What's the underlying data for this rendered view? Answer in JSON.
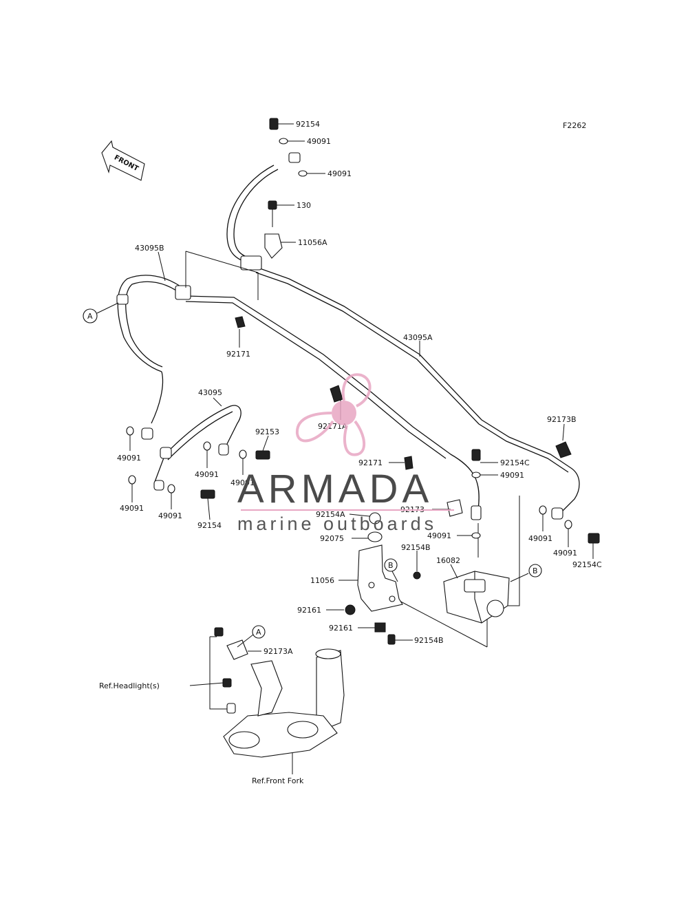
{
  "figure_code": "F2262",
  "front_label": "FRONT",
  "callouts": {
    "A1": "A",
    "A2": "A",
    "B1": "B",
    "B2": "B"
  },
  "parts": {
    "p92154_top": "92154",
    "p49091_top1": "49091",
    "p49091_top2": "49091",
    "p130": "130",
    "p11056A": "11056A",
    "p43095B": "43095B",
    "p43095A": "43095A",
    "p92171_left": "92171",
    "p43095": "43095",
    "p92153": "92153",
    "p92171A": "92171A",
    "p49091_l1": "49091",
    "p49091_l2": "49091",
    "p49091_l3": "49091",
    "p49091_l4": "49091",
    "p49091_l5": "49091",
    "p92154_l": "92154",
    "p92171_mid": "92171",
    "p92154C_1": "92154C",
    "p49091_r1": "49091",
    "p92173B": "92173B",
    "p92154A": "92154A",
    "p92173": "92173",
    "p92075": "92075",
    "p49091_r2": "49091",
    "p49091_r3": "49091",
    "p49091_r4": "49091",
    "p92154C_2": "92154C",
    "p92154B_1": "92154B",
    "p16082": "16082",
    "p11056": "11056",
    "p92161_1": "92161",
    "p92161_2": "92161",
    "p92154B_2": "92154B",
    "p92173A": "92173A",
    "ref_headlight": "Ref.Headlight(s)",
    "ref_front_fork": "Ref.Front Fork"
  },
  "watermark": {
    "title": "ARMADA",
    "subtitle": "marine outboards",
    "logo_color": "#e8a6c3",
    "text_color": "#4a4a4a"
  }
}
